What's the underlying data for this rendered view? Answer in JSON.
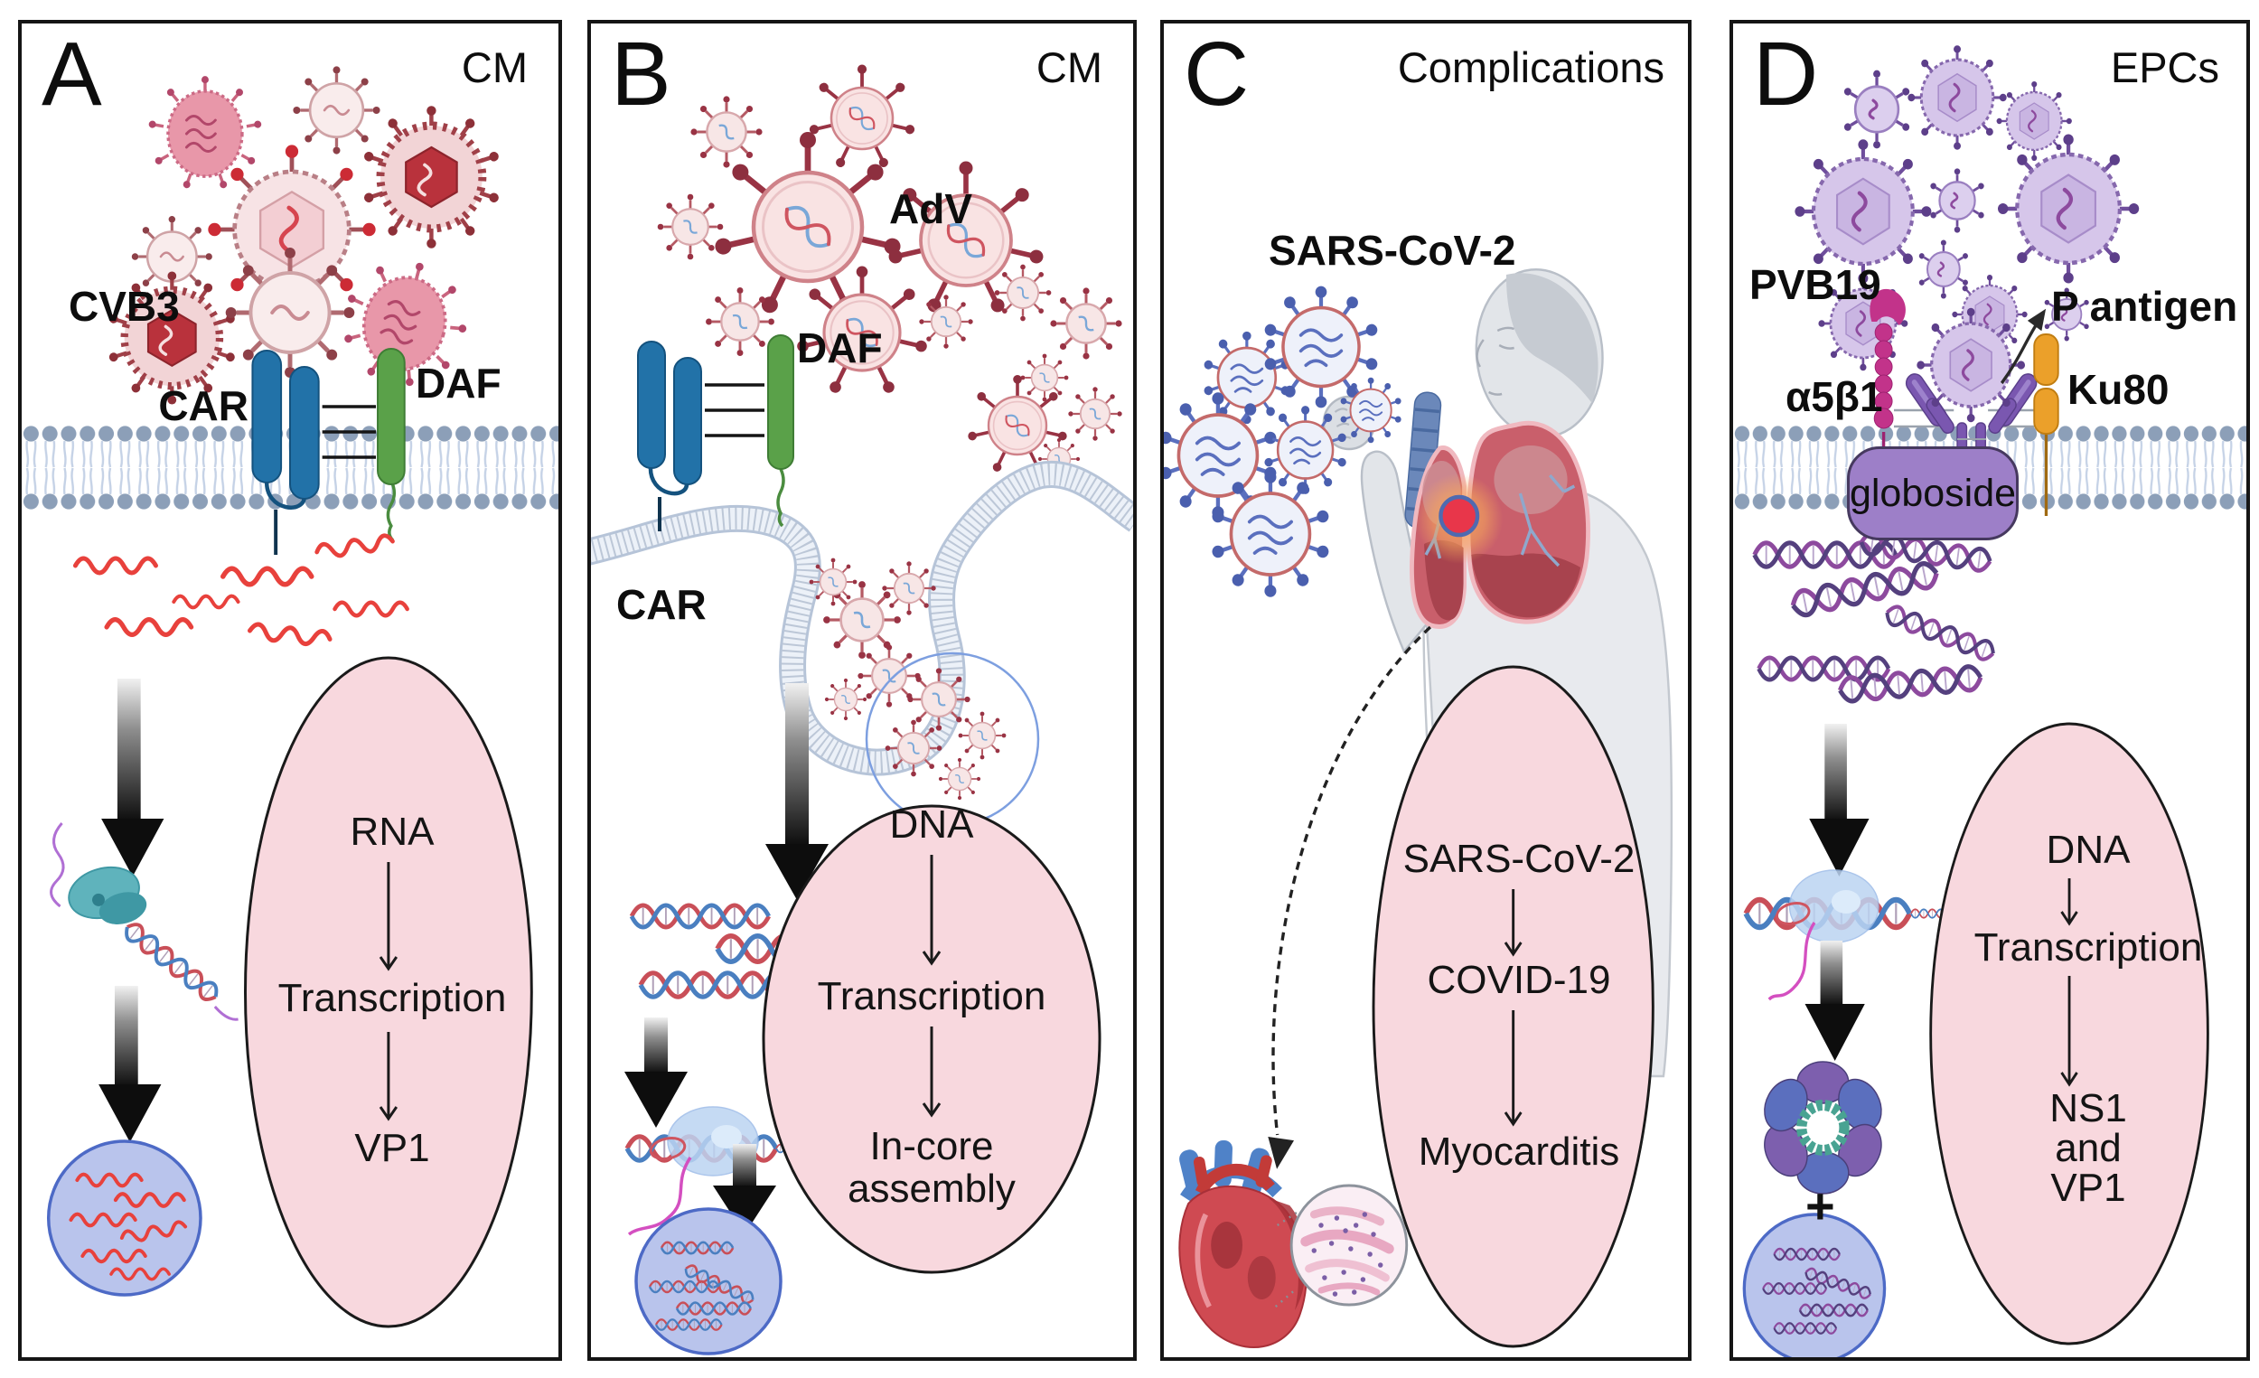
{
  "panels": [
    {
      "letter": "A",
      "corner": "CM",
      "virus": "CVB3",
      "labels": {
        "car": "CAR",
        "daf": "DAF"
      },
      "flow": [
        "RNA",
        "Transcription",
        "VP1"
      ]
    },
    {
      "letter": "B",
      "corner": "CM",
      "virus": "AdV",
      "labels": {
        "car": "CAR",
        "daf": "DAF"
      },
      "flow": [
        "DNA",
        "Transcription",
        "In-core assembly"
      ]
    },
    {
      "letter": "C",
      "corner": "Complications",
      "virus": "SARS-CoV-2",
      "flow": [
        "SARS-CoV-2",
        "COVID-19",
        "Myocarditis"
      ]
    },
    {
      "letter": "D",
      "corner": "EPCs",
      "virus": "PVB19",
      "labels": {
        "integrin": "α5β1",
        "ku80": "Ku80",
        "p_antigen": "P antigen",
        "globoside": "globoside"
      },
      "plus": "+",
      "flow": [
        "DNA",
        "Transcription",
        "NS1",
        "and",
        "VP1"
      ]
    }
  ],
  "colors": {
    "ellipse_fill": "#f8d8de",
    "ellipse_stroke": "#1a1a1a",
    "membrane_head": "#8c9fb8",
    "membrane_tail": "#c5d2e6",
    "car_receptor": "#2272a8",
    "daf_receptor": "#5aa149",
    "integrin_alpha5beta1": "#c2338a",
    "ku80": "#eba02a",
    "globoside": "#9d7fc8",
    "p_antigen_receptor": "#7a57b0",
    "rna_red": "#e8413c",
    "adv_spike_red": "#993344",
    "sars_blue": "#5a6fbe",
    "pvb19_purple": "#8668ad",
    "nucleus_fill": "#b9c4ec",
    "nucleus_stroke": "#4d6ac6",
    "heart_red": "#cf4a52",
    "lung_red": "#c95f6b",
    "infection_marker": "#e8364a"
  },
  "icons": {
    "cvb3-virion-icon": "spiked enterovirus circle",
    "adv-virion-icon": "adenovirus with knobbed fibers",
    "sars-cov2-virion-icon": "coronavirus with club spikes",
    "pvb19-virion-icon": "purple parvovirus capsid",
    "lipid-bilayer": "two rows of lipid heads with tails",
    "gradient-arrow-icon": "fading black down arrow",
    "ribosome-icon": "teal ribosome on mRNA",
    "rna-polymerase-icon": "blue blob on DNA with mRNA",
    "nucleus-icon": "blue circle with genomes",
    "coughing-person-icon": "gray silhouette with lungs",
    "heart-icon": "anatomical heart",
    "histology-inset-icon": "myocardium micrograph circle",
    "capsid-icon": "assembled purple capsid"
  }
}
